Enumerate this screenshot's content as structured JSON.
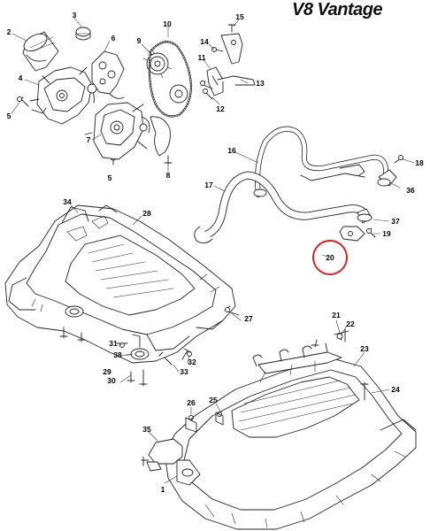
{
  "header": {
    "title_number": "V8",
    "title_word": "Vantage"
  },
  "highlight": {
    "color": "#d8202a"
  },
  "callouts": [
    {
      "id": "1",
      "label": "1"
    },
    {
      "id": "2",
      "label": "2"
    },
    {
      "id": "3",
      "label": "3"
    },
    {
      "id": "4",
      "label": "4"
    },
    {
      "id": "5a",
      "label": "5"
    },
    {
      "id": "5b",
      "label": "5"
    },
    {
      "id": "6",
      "label": "6"
    },
    {
      "id": "7",
      "label": "7"
    },
    {
      "id": "8",
      "label": "8"
    },
    {
      "id": "9",
      "label": "9"
    },
    {
      "id": "10",
      "label": "10"
    },
    {
      "id": "11",
      "label": "11"
    },
    {
      "id": "12",
      "label": "12"
    },
    {
      "id": "13",
      "label": "13"
    },
    {
      "id": "14",
      "label": "14"
    },
    {
      "id": "15",
      "label": "15"
    },
    {
      "id": "16",
      "label": "16"
    },
    {
      "id": "17",
      "label": "17"
    },
    {
      "id": "18",
      "label": "18"
    },
    {
      "id": "19",
      "label": "19"
    },
    {
      "id": "20",
      "label": "20"
    },
    {
      "id": "21",
      "label": "21"
    },
    {
      "id": "22",
      "label": "22"
    },
    {
      "id": "23",
      "label": "23"
    },
    {
      "id": "24",
      "label": "24"
    },
    {
      "id": "25",
      "label": "25"
    },
    {
      "id": "26",
      "label": "26"
    },
    {
      "id": "27",
      "label": "27"
    },
    {
      "id": "28",
      "label": "28"
    },
    {
      "id": "29",
      "label": "29"
    },
    {
      "id": "30",
      "label": "30"
    },
    {
      "id": "31",
      "label": "31"
    },
    {
      "id": "32",
      "label": "32"
    },
    {
      "id": "33",
      "label": "33"
    },
    {
      "id": "34",
      "label": "34"
    },
    {
      "id": "35",
      "label": "35"
    },
    {
      "id": "36",
      "label": "36"
    },
    {
      "id": "37",
      "label": "37"
    },
    {
      "id": "38",
      "label": "38"
    }
  ]
}
